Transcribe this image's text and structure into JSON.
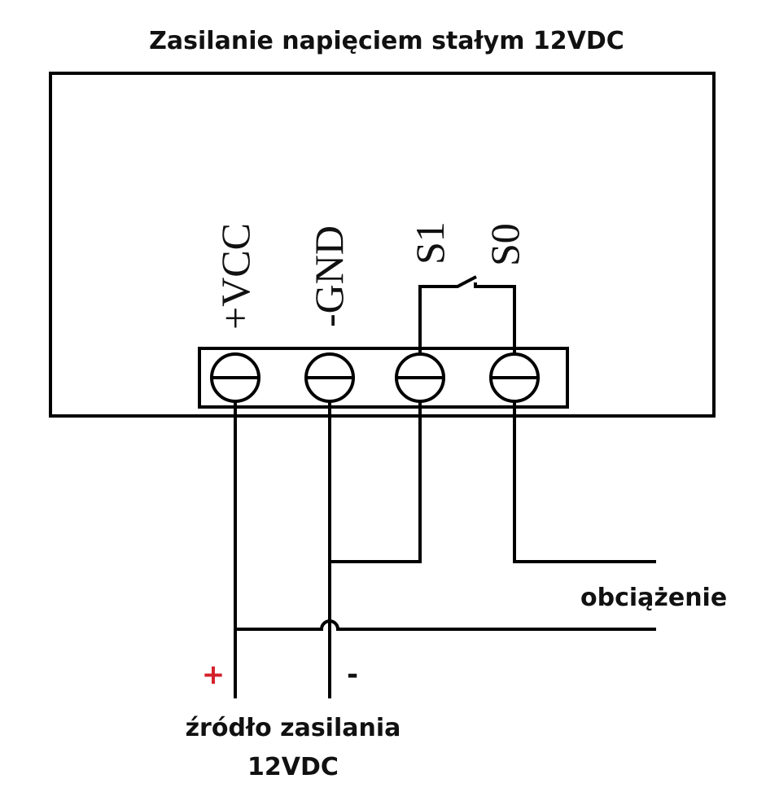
{
  "title": "Zasilanie napięciem stałym 12VDC",
  "terminals": [
    {
      "label": "+VCC"
    },
    {
      "label": "-GND"
    },
    {
      "label": "S1"
    },
    {
      "label": "S0"
    }
  ],
  "load_label": "obciążenie",
  "plus_sign": "+",
  "minus_sign": "-",
  "source_label_line1": "źródło zasilania",
  "source_label_line2": "12VDC",
  "colors": {
    "plus": "#d4202a",
    "line": "#000000"
  }
}
